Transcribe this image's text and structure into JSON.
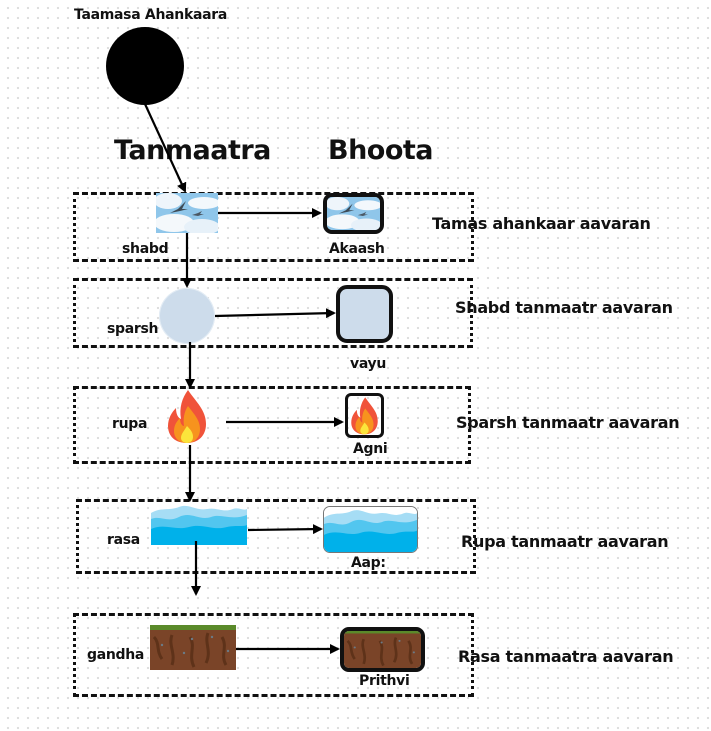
{
  "root": {
    "label": "Taamasa Ahankaara"
  },
  "columns": {
    "tanmaatra": "Tanmaatra",
    "bhoota": "Bhoota"
  },
  "layers": [
    {
      "tanmaatra": "shabd",
      "bhoota": "Akaash",
      "aavaran": "Tamas ahankaar aavaran",
      "visual": "sky"
    },
    {
      "tanmaatra": "sparsh",
      "bhoota": "vayu",
      "aavaran": "Shabd tanmaatr aavaran",
      "visual": "air"
    },
    {
      "tanmaatra": "rupa",
      "bhoota": "Agni",
      "aavaran": "Sparsh tanmaatr aavaran",
      "visual": "fire"
    },
    {
      "tanmaatra": "rasa",
      "bhoota": "Aap:",
      "aavaran": "Rupa tanmaatr aavaran",
      "visual": "water"
    },
    {
      "tanmaatra": "gandha",
      "bhoota": "Prithvi",
      "aavaran": "Rasa tanmaatra aavaran",
      "visual": "earth"
    }
  ],
  "colors": {
    "sky": "#8fc6ea",
    "air": "#cddceb",
    "fire_outer": "#f0533a",
    "fire_mid": "#f7931e",
    "fire_inner": "#fbe53b",
    "water_light": "#a6ddf5",
    "water_mid": "#52c6ef",
    "water_deep": "#00b1ea",
    "earth": "#7a4428",
    "grass": "#5a8a2a"
  }
}
